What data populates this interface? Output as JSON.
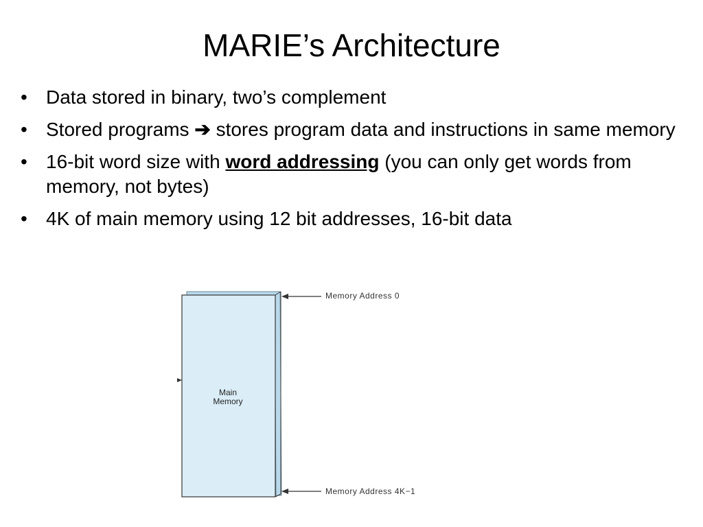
{
  "slide": {
    "title": "MARIE’s Architecture",
    "bullets": [
      {
        "text": "Data stored in binary, two’s complement"
      },
      {
        "pre": "Stored programs",
        "arrow_icon": "right-arrow-icon",
        "arrow": "➔",
        "post": "stores program data and instructions in same memory"
      },
      {
        "pre": "16-bit word size with ",
        "strong": "word addressing",
        "post": " (you can only get words from memory, not bytes)"
      },
      {
        "text": "4K of main memory using 12 bit addresses, 16-bit data"
      }
    ],
    "bullet_char": "•"
  },
  "diagram": {
    "block_label_line1": "Main",
    "block_label_line2": "Memory",
    "address_top": "Memory Address 0",
    "address_bottom": "Memory Address 4K−1",
    "block_color": "#dbeef8"
  }
}
